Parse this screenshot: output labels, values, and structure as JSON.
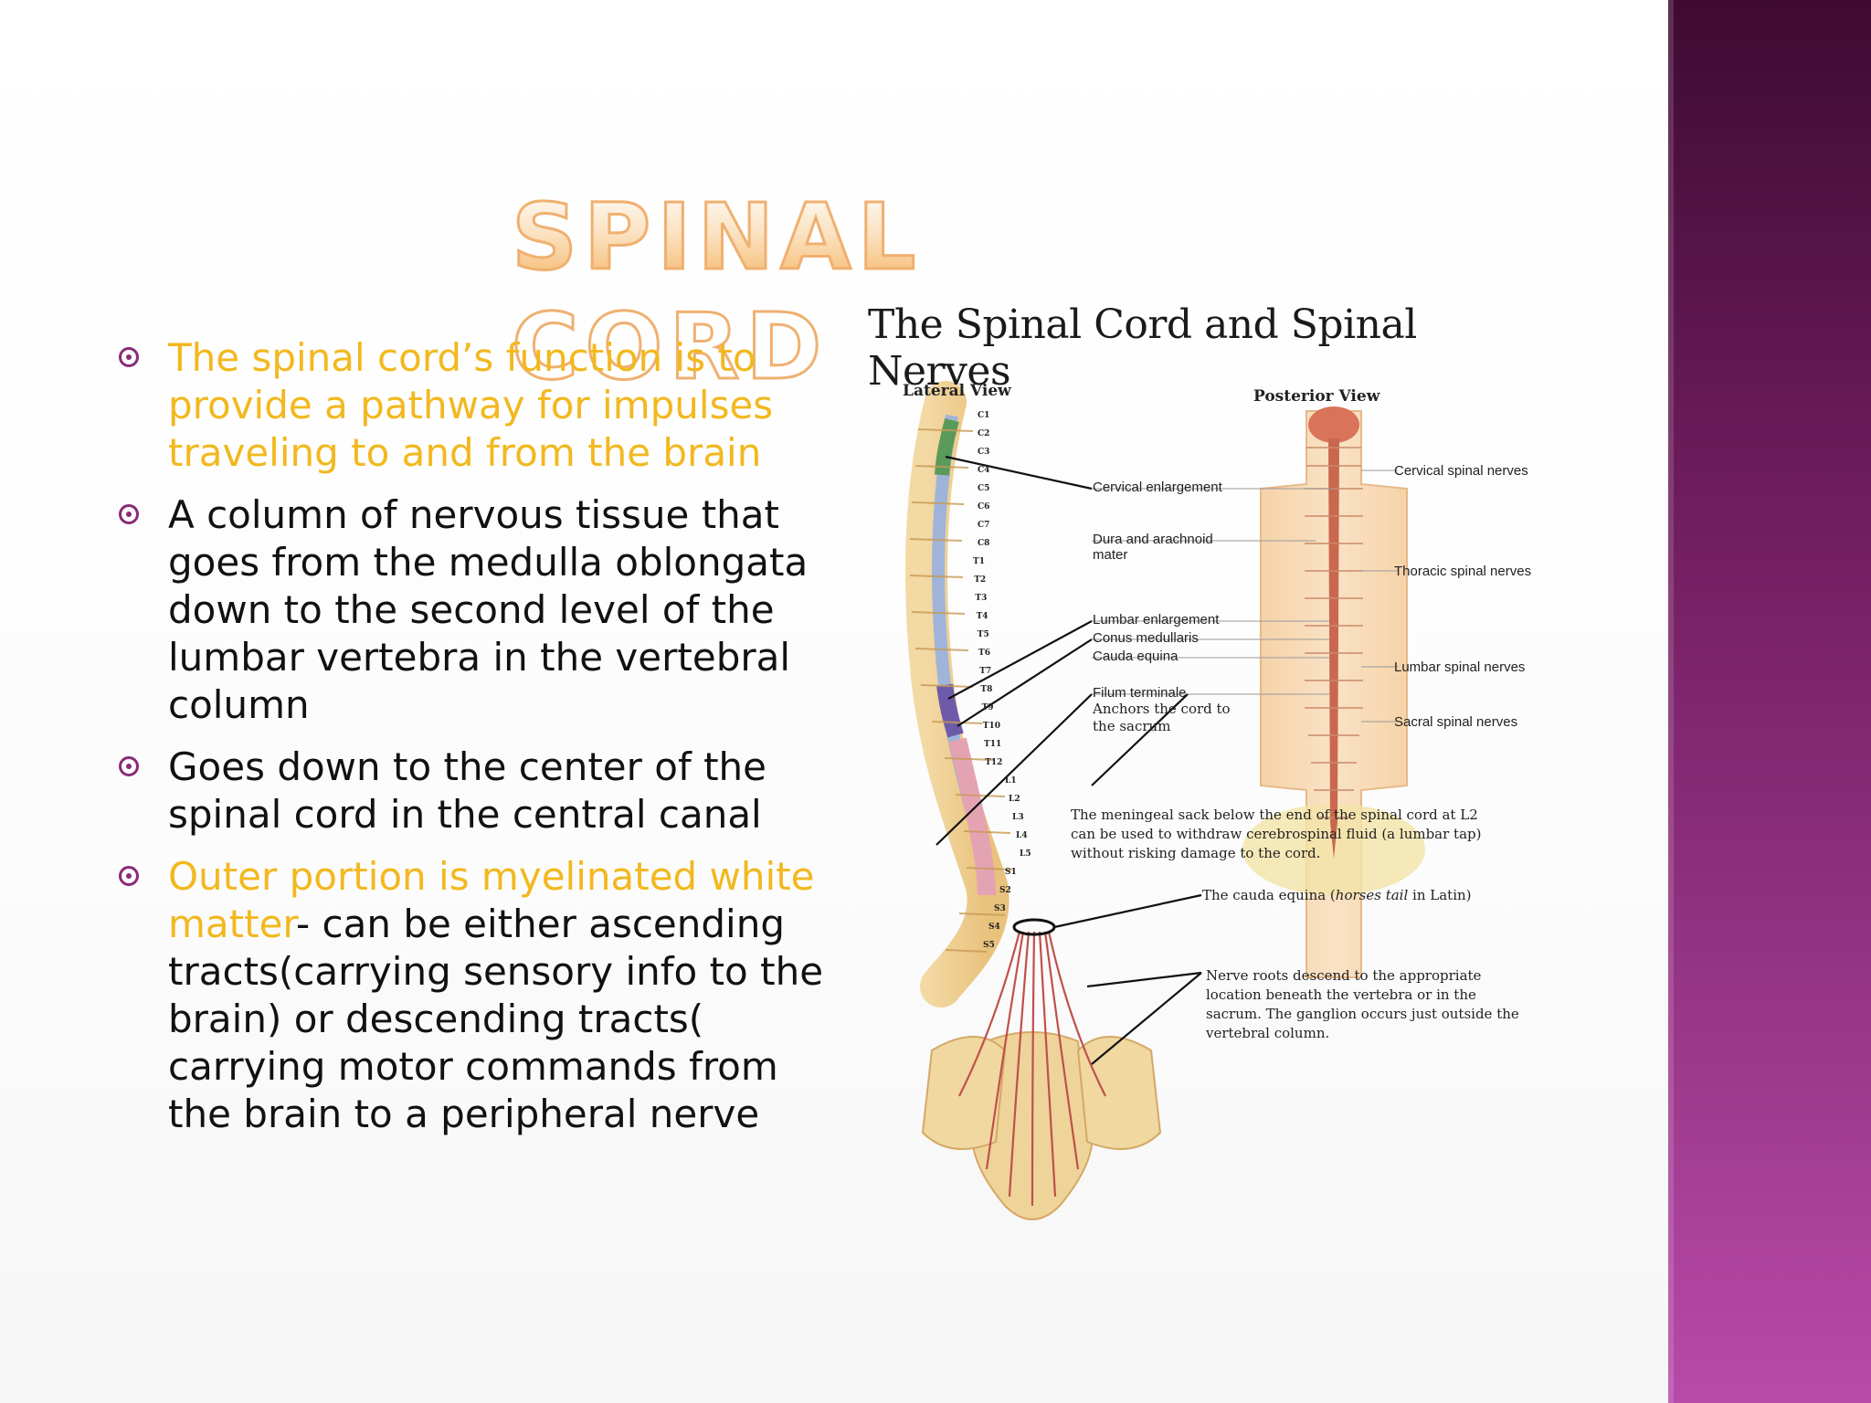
{
  "slide": {
    "title": "SPINAL CORD",
    "accent_color": "#f2b81e",
    "band_color": "#8a2b79"
  },
  "bullets": [
    {
      "parts": [
        {
          "text": "The spinal cord’s function is to provide a pathway for impulses traveling to and from the brain",
          "highlight": true
        }
      ]
    },
    {
      "parts": [
        {
          "text": "A column of nervous tissue that goes from the medulla oblongata down to the second level of the lumbar vertebra in the vertebral column",
          "highlight": false
        }
      ]
    },
    {
      "parts": [
        {
          "text": "Goes down to the center of the spinal cord in the central canal",
          "highlight": false
        }
      ]
    },
    {
      "parts": [
        {
          "text": "Outer portion is myelinated white matter",
          "highlight": true
        },
        {
          "text": "- can be either ascending tracts(carrying sensory info to the brain) or descending tracts( carrying motor commands from the brain to a peripheral nerve",
          "highlight": false
        }
      ]
    }
  ],
  "figure": {
    "title": "The Spinal Cord and Spinal Nerves",
    "lateral_view": "Lateral View",
    "posterior_view": "Posterior View",
    "labels_center": {
      "cervical_enlargement": "Cervical enlargement",
      "dura": "Dura and arachnoid",
      "dura2": "mater",
      "lumbar_enlargement": "Lumbar enlargement",
      "conus": "Conus medullaris",
      "cauda": "Cauda equina",
      "filum": "Filum terminale",
      "filum_note1": "Anchors the cord to",
      "filum_note2": "the sacrum"
    },
    "labels_right": {
      "cervical": "Cervical spinal nerves",
      "thoracic": "Thoracic spinal nerves",
      "lumbar": "Lumbar spinal nerves",
      "sacral": "Sacral spinal nerves"
    },
    "note_meningeal": [
      "The meningeal sack below the end of the spinal cord at L2",
      "can be used to withdraw cerebrospinal fluid (a lumbar tap)",
      "without risking damage to the cord."
    ],
    "note_cauda_a": "The cauda equina (",
    "note_cauda_italic": "horses tail",
    "note_cauda_b": " in Latin)",
    "note_roots": [
      "Nerve roots descend to the appropriate",
      "location beneath the vertebra or in the",
      "sacrum.  The ganglion occurs just outside the",
      "vertebral column."
    ],
    "vertebra_labels": [
      "C1",
      "C2",
      "C3",
      "C4",
      "C5",
      "C6",
      "C7",
      "C8",
      "T1",
      "T2",
      "T3",
      "T4",
      "T5",
      "T6",
      "T7",
      "T8",
      "T9",
      "T10",
      "T11",
      "T12",
      "L1",
      "L2",
      "L3",
      "L4",
      "L5",
      "S1",
      "S2",
      "S3",
      "S4",
      "S5"
    ]
  }
}
